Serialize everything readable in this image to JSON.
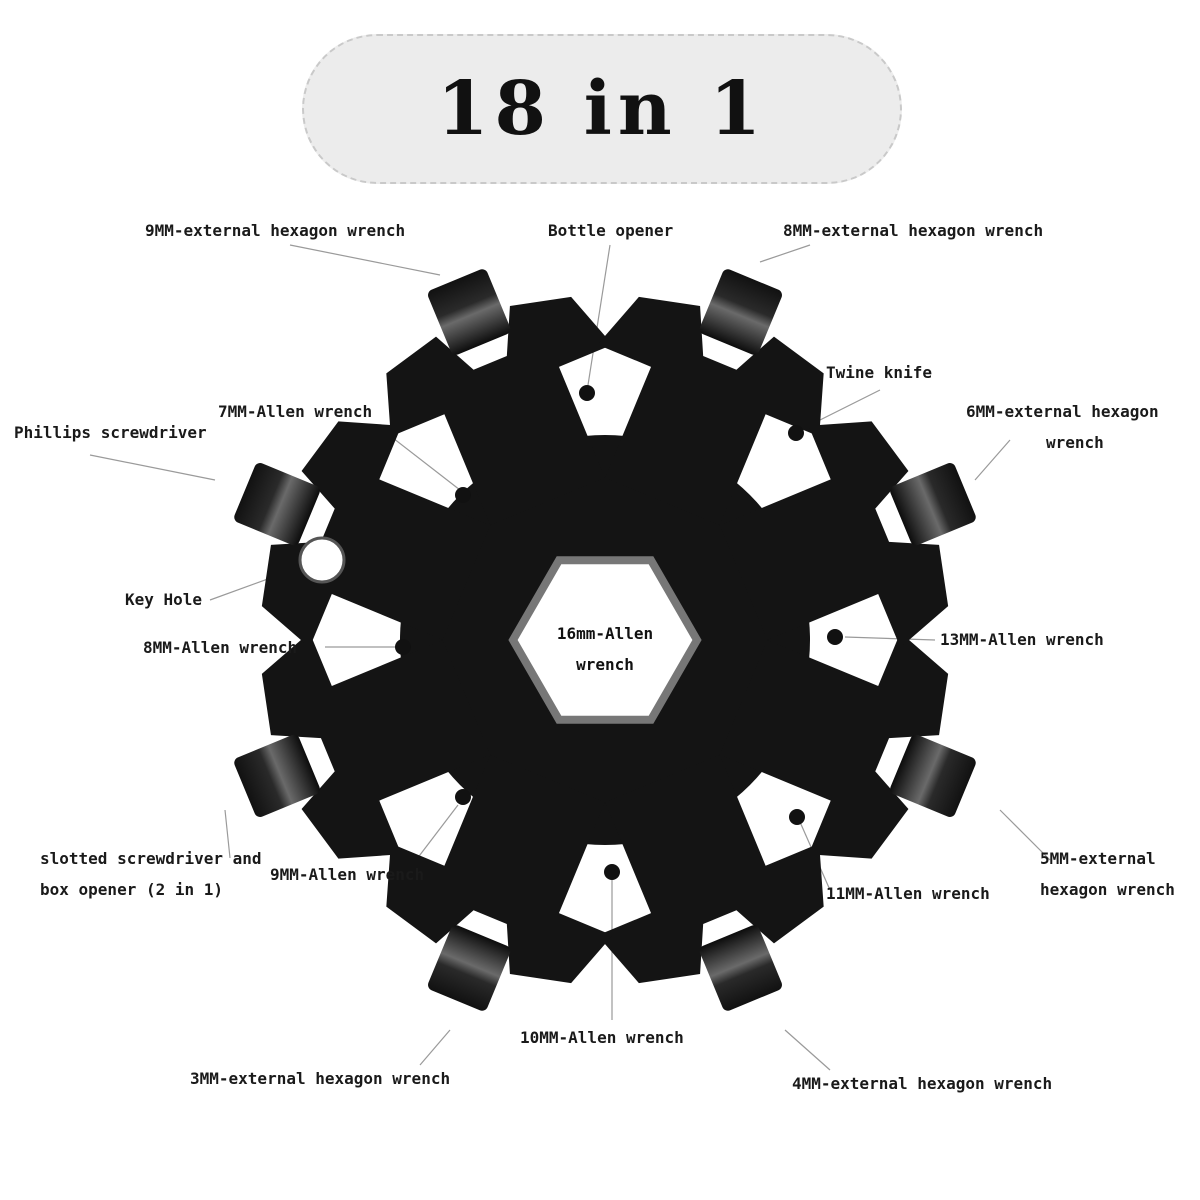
{
  "title": "18 in 1",
  "center_label": "16mm-Allen wrench",
  "labels": {
    "ext9": "9MM-external hexagon wrench",
    "bottle": "Bottle opener",
    "ext8": "8MM-external hexagon wrench",
    "twine": "Twine knife",
    "ext6_line1": "6MM-external hexagon",
    "ext6_line2": "wrench",
    "allen7": "7MM-Allen wrench",
    "phillips": "Phillips screwdriver",
    "keyhole": "Key Hole",
    "allen8": "8MM-Allen wrench",
    "allen13": "13MM-Allen wrench",
    "slotted_line1": "slotted screwdriver and",
    "slotted_line2": "box opener (2 in 1)",
    "allen9": "9MM-Allen wrench",
    "allen11": "11MM-Allen wrench",
    "ext5_line1": "5MM-external",
    "ext5_line2": "hexagon wrench",
    "allen10": "10MM-Allen wrench",
    "ext3": "3MM-external hexagon wrench",
    "ext4": "4MM-external hexagon wrench"
  },
  "colors": {
    "tool": "#141414",
    "pill": "#ececec",
    "text": "#1a1a1a"
  }
}
